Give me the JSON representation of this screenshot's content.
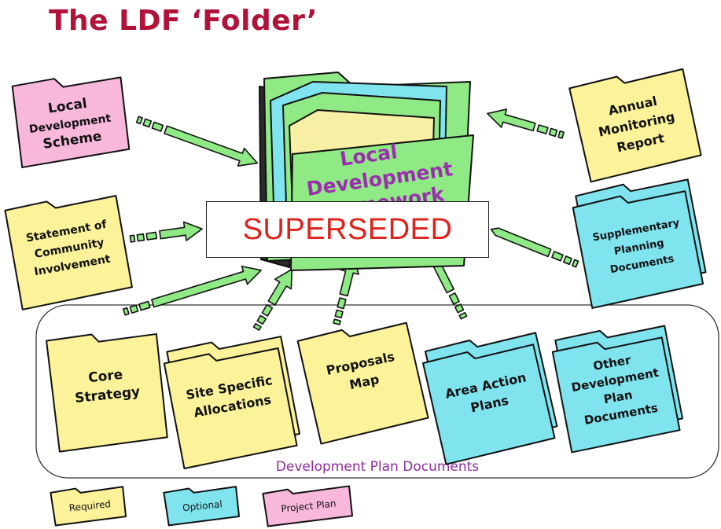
{
  "title": "The LDF ‘Folder’",
  "stamp": "SUPERSEDED",
  "center": {
    "lines": [
      "Local",
      "Development",
      "Framework"
    ]
  },
  "group_label": "Development Plan Documents",
  "docs": {
    "lds": [
      "Local",
      "Development",
      "Scheme"
    ],
    "amr": [
      "Annual",
      "Monitoring",
      "Report"
    ],
    "sci": [
      "Statement of",
      "Community",
      "Involvement"
    ],
    "spd": [
      "Supplementary",
      "Planning",
      "Documents"
    ],
    "core": [
      "Core",
      "Strategy"
    ],
    "ssa": [
      "Site Specific",
      "Allocations"
    ],
    "pm": [
      "Proposals",
      "Map"
    ],
    "aap": [
      "Area Action",
      "Plans"
    ],
    "odpd": [
      "Other",
      "Development",
      "Plan",
      "Documents"
    ]
  },
  "legend": [
    {
      "label": "Required",
      "color": "#fbf29a"
    },
    {
      "label": "Optional",
      "color": "#7fe4ee"
    },
    {
      "label": "Project Plan",
      "color": "#f7b8dc"
    }
  ],
  "colors": {
    "required": "#fbf29a",
    "optional": "#7fe4ee",
    "project_plan": "#f7b8dc",
    "framework": "#8fea85",
    "arrow": "#8fea85",
    "title": "#b0123a"
  }
}
